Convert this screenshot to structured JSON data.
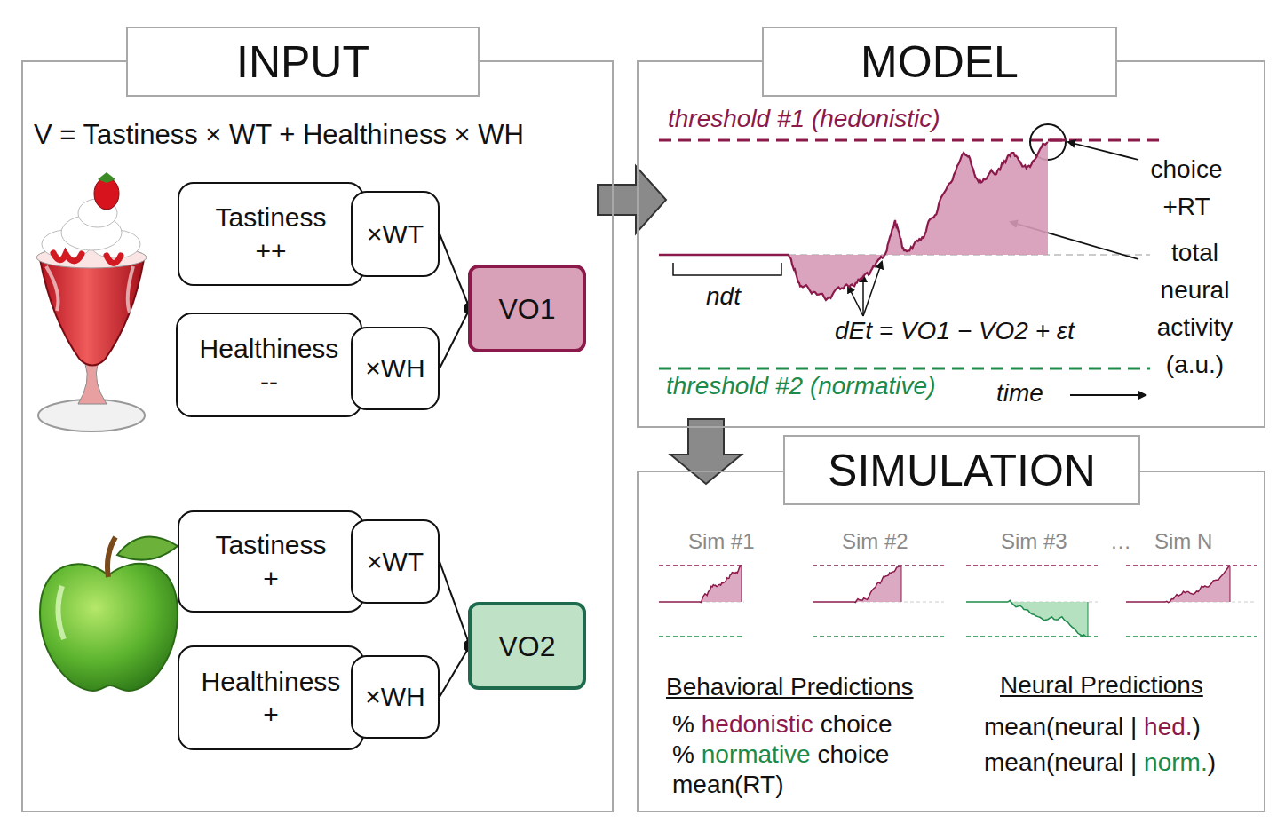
{
  "diagram": {
    "nodes": [
      {
        "text": [
          "INPUT"
        ]
      },
      {
        "text": [
          "Tastiness ++"
        ],
        "in": 0
      },
      {
        "text": [
          "×WT"
        ],
        "in": 0
      },
      {
        "text": [
          "Healthiness --"
        ],
        "in": 0
      },
      {
        "text": [
          "×WH"
        ],
        "in": 0
      },
      {
        "text": [
          "VO1"
        ],
        "in": 0
      },
      {
        "text": [
          "Tastiness +"
        ],
        "in": 0
      },
      {
        "text": [
          "×WT"
        ],
        "in": 0
      },
      {
        "text": [
          "Healthiness +"
        ],
        "in": 0
      },
      {
        "text": [
          "×WH"
        ],
        "in": 0
      },
      {
        "text": [
          "VO2"
        ],
        "in": 0
      },
      {
        "text": [
          "MODEL"
        ]
      },
      {
        "text": [
          "SIMULATION"
        ]
      }
    ],
    "edges": [
      {
        "from": 2,
        "to": 5,
        "arrow": "none"
      },
      {
        "from": 4,
        "to": 5,
        "arrow": "none"
      },
      {
        "from": 7,
        "to": 10,
        "arrow": "none"
      },
      {
        "from": 9,
        "to": 10,
        "arrow": "none"
      },
      {
        "from": 0,
        "to": 11,
        "arrow": "to"
      },
      {
        "from": 11,
        "to": 12,
        "arrow": "to"
      }
    ],
    "labels": [
      "V = Tastiness × WT + Healthiness × WH",
      "threshold #1 (hedonistic)",
      "choice +RT",
      "total neural activity (a.u.)",
      "ndt",
      "dEt = VO1 − VO2 + εt",
      "threshold #2 (normative)",
      "time",
      "Sim #1",
      "Sim #2",
      "Sim #3",
      "…",
      "Sim N",
      "Behavioral Predictions",
      "%",
      "hedonistic",
      "choice",
      "%",
      "normative",
      "choice",
      "mean(RT)",
      "Neural Predictions",
      "mean(neural |",
      "hed.",
      ")",
      "mean(neural |",
      "norm.",
      ")"
    ]
  }
}
